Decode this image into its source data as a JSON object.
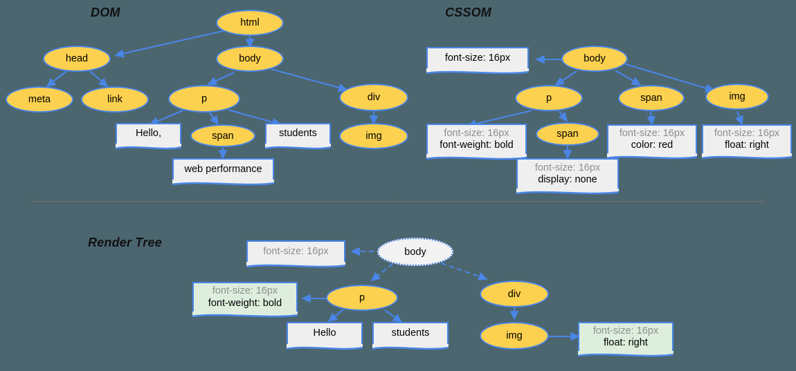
{
  "canvas": {
    "background": "#4c6670",
    "node_fill": "#fcd14f",
    "node_stroke": "#4a86e8",
    "box_fill": "#efefef",
    "box_fill_green": "#ddeedd",
    "muted_text": "#8e8e8e",
    "divider_color": "#7a6f67"
  },
  "sections": {
    "dom": {
      "title": "DOM"
    },
    "cssom": {
      "title": "CSSOM"
    },
    "render_tree": {
      "title": "Render Tree"
    }
  },
  "dom": {
    "nodes": [
      {
        "id": "html",
        "label": "html",
        "type": "element"
      },
      {
        "id": "head",
        "label": "head",
        "type": "element"
      },
      {
        "id": "body",
        "label": "body",
        "type": "element"
      },
      {
        "id": "meta",
        "label": "meta",
        "type": "element"
      },
      {
        "id": "link",
        "label": "link",
        "type": "element"
      },
      {
        "id": "p",
        "label": "p",
        "type": "element"
      },
      {
        "id": "div",
        "label": "div",
        "type": "element"
      },
      {
        "id": "span",
        "label": "span",
        "type": "element"
      },
      {
        "id": "img",
        "label": "img",
        "type": "element"
      }
    ],
    "text_nodes": [
      {
        "id": "hello",
        "label": "Hello,"
      },
      {
        "id": "students",
        "label": "students"
      },
      {
        "id": "webperf",
        "label": "web performance"
      }
    ],
    "edges": [
      [
        "html",
        "head"
      ],
      [
        "html",
        "body"
      ],
      [
        "head",
        "meta"
      ],
      [
        "head",
        "link"
      ],
      [
        "body",
        "p"
      ],
      [
        "body",
        "div"
      ],
      [
        "p",
        "hello"
      ],
      [
        "p",
        "span"
      ],
      [
        "p",
        "students"
      ],
      [
        "span",
        "webperf"
      ],
      [
        "div",
        "img"
      ]
    ]
  },
  "cssom": {
    "nodes": [
      {
        "id": "body",
        "label": "body"
      },
      {
        "id": "p",
        "label": "p"
      },
      {
        "id": "span1",
        "label": "span"
      },
      {
        "id": "span2",
        "label": "span"
      },
      {
        "id": "img",
        "label": "img"
      }
    ],
    "rule_boxes": [
      {
        "id": "body-rules",
        "inherited": "font-size: 16px",
        "declared": ""
      },
      {
        "id": "p-rules",
        "inherited": "font-size: 16px",
        "declared": "font-weight: bold"
      },
      {
        "id": "span2-rules",
        "inherited": "font-size: 16px",
        "declared": "display: none"
      },
      {
        "id": "span1-rules",
        "inherited": "font-size: 16px",
        "declared": "color: red"
      },
      {
        "id": "img-rules",
        "inherited": "font-size: 16px",
        "declared": "float: right"
      }
    ],
    "edges": [
      [
        "body",
        "body-rules"
      ],
      [
        "body",
        "p"
      ],
      [
        "body",
        "span1"
      ],
      [
        "body",
        "img"
      ],
      [
        "p",
        "p-rules"
      ],
      [
        "p",
        "span2"
      ],
      [
        "span2",
        "span2-rules"
      ],
      [
        "span1",
        "span1-rules"
      ],
      [
        "img",
        "img-rules"
      ]
    ]
  },
  "render_tree": {
    "nodes": [
      {
        "id": "body",
        "label": "body",
        "style": "ghost"
      },
      {
        "id": "p",
        "label": "p",
        "style": "element"
      },
      {
        "id": "div",
        "label": "div",
        "style": "element"
      },
      {
        "id": "img",
        "label": "img",
        "style": "element"
      }
    ],
    "text_nodes": [
      {
        "id": "hello",
        "label": "Hello"
      },
      {
        "id": "students",
        "label": "students"
      }
    ],
    "rule_boxes": [
      {
        "id": "body-rules",
        "inherited": "font-size: 16px",
        "declared": "",
        "highlight": false
      },
      {
        "id": "p-rules",
        "inherited": "font-size: 16px",
        "declared": "font-weight: bold",
        "highlight": true
      },
      {
        "id": "img-rules",
        "inherited": "font-size: 16px",
        "declared": "float: right",
        "highlight": true
      }
    ],
    "edges": [
      [
        "body",
        "body-rules"
      ],
      [
        "body",
        "p"
      ],
      [
        "body",
        "div"
      ],
      [
        "p",
        "p-rules"
      ],
      [
        "p",
        "hello"
      ],
      [
        "p",
        "students"
      ],
      [
        "div",
        "img"
      ],
      [
        "img",
        "img-rules"
      ]
    ]
  }
}
